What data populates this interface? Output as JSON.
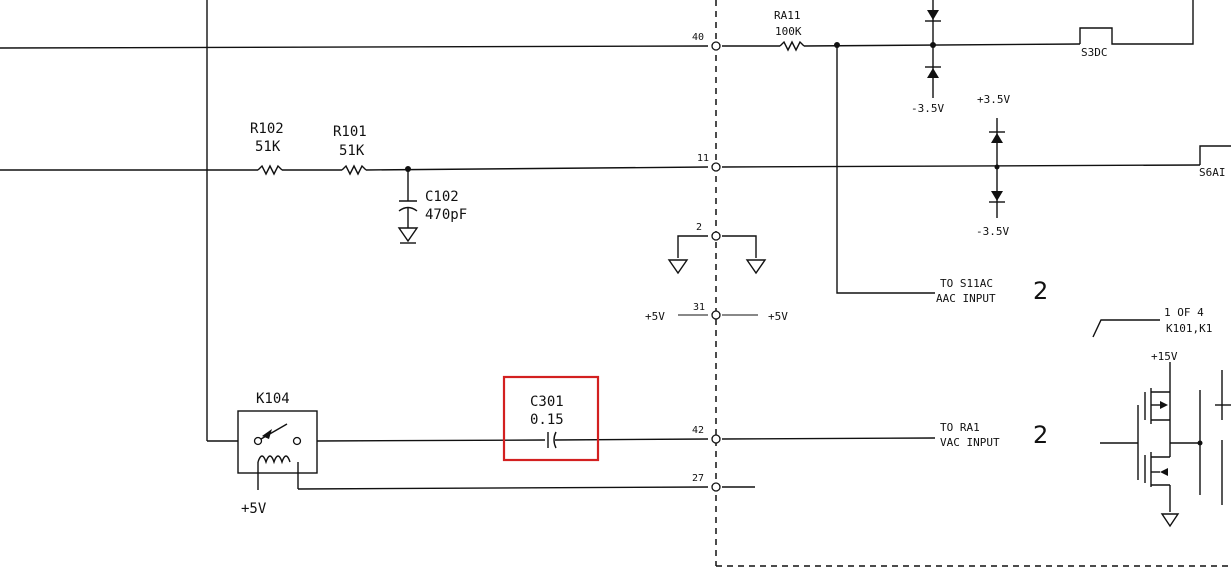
{
  "colors": {
    "ink": "#111111",
    "highlight": "#d32020",
    "background": "#ffffff"
  },
  "resistors": {
    "r102": {
      "ref": "R102",
      "value": "51K"
    },
    "r101": {
      "ref": "R101",
      "value": "51K"
    },
    "ra11": {
      "ref": "RA11",
      "value": "100K"
    }
  },
  "capacitors": {
    "c102": {
      "ref": "C102",
      "value": "470pF"
    },
    "c301": {
      "ref": "C301",
      "value": "0.15"
    }
  },
  "relay": {
    "ref": "K104",
    "supply": "+5V"
  },
  "pins": {
    "p40": "40",
    "p11": "11",
    "p2": "2",
    "p31": "31",
    "p42": "42",
    "p27": "27"
  },
  "voltages": {
    "neg_top": "-3.5V",
    "pos_mid": "+3.5V",
    "neg_mid": "-3.5V",
    "p5_left": "+5V",
    "p5_right": "+5V",
    "p15": "+15V"
  },
  "connectors": {
    "s3dc": "S3DC",
    "s6a": "S6AI"
  },
  "destinations": {
    "aac_line1": "TO S11AC",
    "aac_line2": "AAC INPUT",
    "aac_sheet": "2",
    "vac_line1": "TO RA1",
    "vac_line2": "VAC INPUT",
    "vac_sheet": "2"
  },
  "relay_group": {
    "line1": "1 OF 4",
    "line2": "K101,K1"
  }
}
